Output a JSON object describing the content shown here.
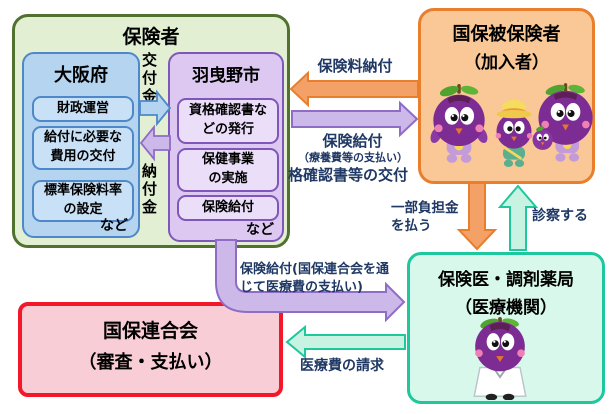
{
  "insurer": {
    "title": "保険者",
    "grant_label": "交付金",
    "payment_label": "納付金",
    "osaka": {
      "title": "大阪府",
      "items": [
        "財政運営",
        "給付に必要な\n費用の交付",
        "標準保険料率\nの設定"
      ],
      "etc": "など"
    },
    "habikino": {
      "title": "羽曳野市",
      "items": [
        "資格確認書な\nどの発行",
        "保健事業\nの実施",
        "保険給付"
      ],
      "etc": "など"
    }
  },
  "insured_box": {
    "title": "国保被保険者",
    "subtitle": "（加入者）"
  },
  "medical_box": {
    "title": "保険医・調剤薬局",
    "subtitle": "（医療機関）"
  },
  "federation_box": {
    "title": "国保連合会",
    "subtitle": "（審査・支払い）"
  },
  "arrow_labels": {
    "premium": "保険料納付",
    "benefit_main": "保険給付",
    "benefit_sub": "（療養費等の支払い）",
    "certificate": "格確認書等の交付",
    "copay": "一部負担金\nを払う",
    "examine": "診察する",
    "benefit_via": "保険給付(国保連合会を通\nじて医療費の支払い)",
    "billing": "医療費の請求"
  },
  "colors": {
    "label_text": "#1F3864",
    "green_border": "#51722F",
    "green_fill": "#E3EFD3",
    "blue_border": "#4E88C8",
    "blue_fill": "#B4D4EF",
    "purple_border": "#7E57B8",
    "purple_fill": "#DCC8F0",
    "orange_border": "#E97E2D",
    "orange_fill": "#FAC897",
    "teal_border": "#1EC79C",
    "teal_fill": "#D7F8EA",
    "pink_border": "#F2182A",
    "pink_fill": "#F8CDD5",
    "orange_arrow": "#F4A167",
    "purple_arrow": "#CDB9E9",
    "teal_arrow": "#C8F2E2",
    "blue_arrow": "#B4D4EF",
    "mascot_body": "#7C2C93"
  }
}
